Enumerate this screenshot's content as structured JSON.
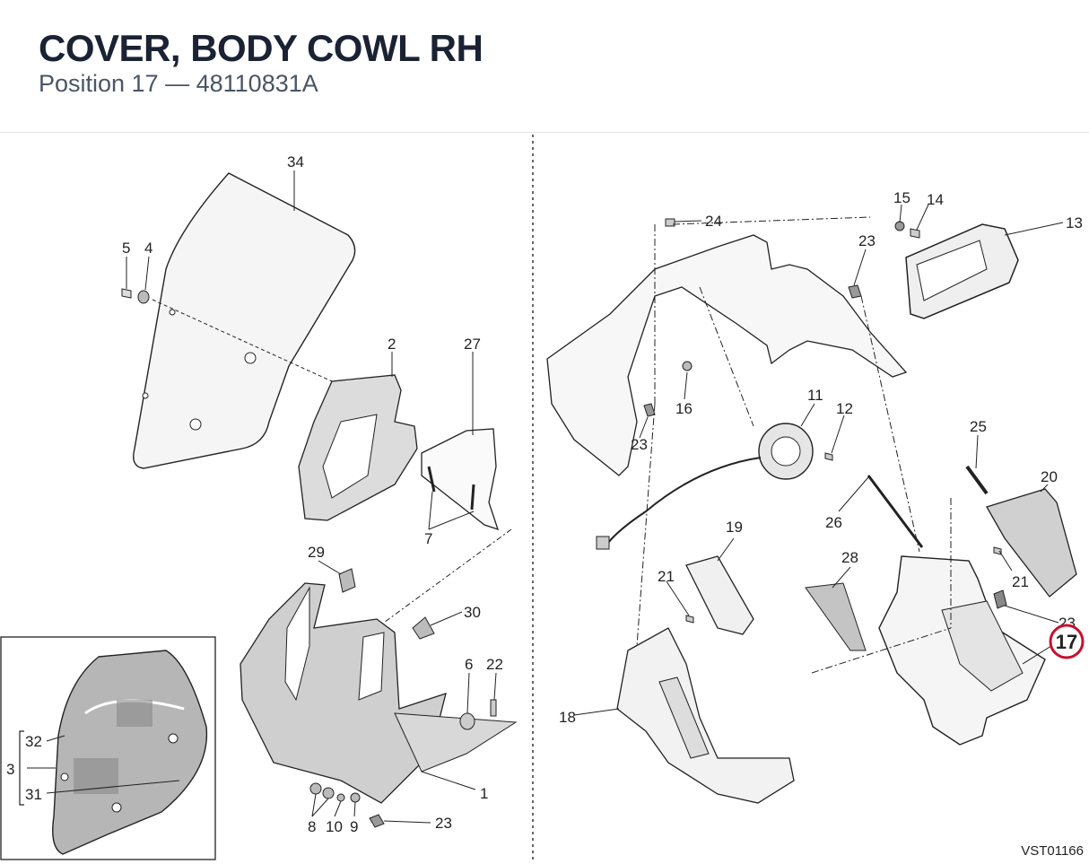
{
  "header": {
    "title": "COVER, BODY COWL RH",
    "subtitle_position": "Position 17",
    "subtitle_dash": "—",
    "subtitle_part": "48110831A"
  },
  "drawing_code": "VST01166",
  "highlight": {
    "label": "17",
    "color": "#c8102e"
  },
  "callouts": {
    "n34": "34",
    "n5": "5",
    "n4": "4",
    "n2": "2",
    "n27": "27",
    "n7": "7",
    "n29": "29",
    "n30": "30",
    "n6": "6",
    "n22": "22",
    "n1": "1",
    "n8": "8",
    "n10": "10",
    "n9": "9",
    "n23a": "23",
    "n32": "32",
    "n3": "3",
    "n31": "31",
    "n24": "24",
    "n15": "15",
    "n14": "14",
    "n13": "13",
    "n23b": "23",
    "n16": "16",
    "n11": "11",
    "n12": "12",
    "n23c": "23",
    "n25": "25",
    "n20": "20",
    "n26": "26",
    "n19": "19",
    "n28": "28",
    "n21a": "21",
    "n21b": "21",
    "n18": "18",
    "n23d": "23"
  }
}
